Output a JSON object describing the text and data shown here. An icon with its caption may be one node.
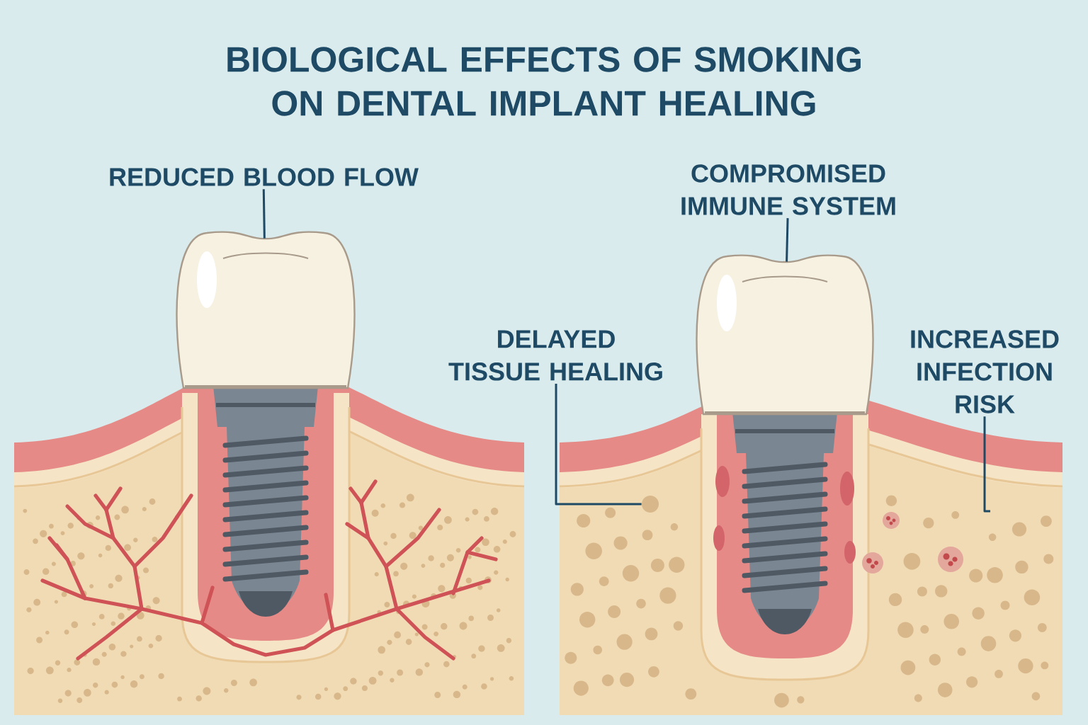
{
  "diagram": {
    "title": "BIOLOGICAL EFFECTS OF SMOKING ON DENTAL IMPLANT HEALING",
    "nodes": [
      {
        "text": [
          "REDUCED BLOOD FLOW"
        ]
      },
      {
        "text": [],
        "shape": "picture"
      },
      {
        "text": [
          "COMPROMISED IMMUNE SYSTEM"
        ]
      },
      {
        "text": [],
        "shape": "picture"
      },
      {
        "text": [
          "DELAYED TISSUE HEALING"
        ]
      },
      {
        "text": [
          "INCREASED INFECTION RISK"
        ]
      },
      {
        "text": [],
        "shape": "circle"
      }
    ],
    "edges": [
      {
        "from": 0,
        "to": 1,
        "arrow": "none"
      },
      {
        "from": 2,
        "to": 3,
        "arrow": "none"
      },
      {
        "from": 4,
        "to": 6,
        "arrow": "none"
      },
      {
        "from": 5,
        "to": null,
        "arrow": "none"
      }
    ]
  }
}
